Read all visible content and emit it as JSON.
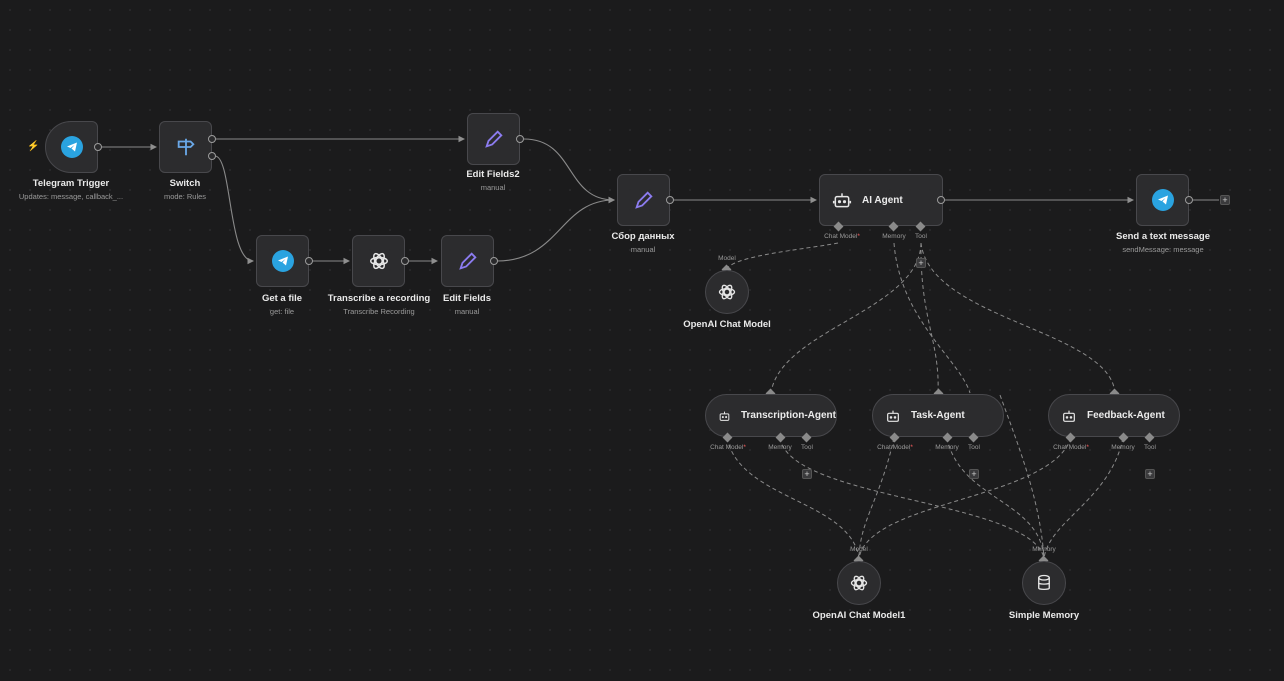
{
  "nodes": {
    "telegram_trigger": {
      "title": "Telegram Trigger",
      "subtitle": "Updates: message, callback_..."
    },
    "switch": {
      "title": "Switch",
      "subtitle": "mode: Rules"
    },
    "edit_fields2": {
      "title": "Edit Fields2",
      "subtitle": "manual"
    },
    "get_file": {
      "title": "Get a file",
      "subtitle": "get: file"
    },
    "transcribe": {
      "title": "Transcribe a recording",
      "subtitle": "Transcribe Recording"
    },
    "edit_fields": {
      "title": "Edit Fields",
      "subtitle": "manual"
    },
    "collect": {
      "title": "Сбор данных",
      "subtitle": "manual"
    },
    "ai_agent": {
      "title": "AI Agent"
    },
    "send_message": {
      "title": "Send a text message",
      "subtitle": "sendMessage: message"
    },
    "openai_chat": {
      "title": "OpenAI Chat Model"
    },
    "transcription_agent": {
      "title": "Transcription-Agent"
    },
    "task_agent": {
      "title": "Task-Agent"
    },
    "feedback_agent": {
      "title": "Feedback-Agent"
    },
    "openai_chat1": {
      "title": "OpenAI Chat Model1"
    },
    "simple_memory": {
      "title": "Simple Memory"
    }
  },
  "ports": {
    "chat_model": "Chat Model",
    "memory": "Memory",
    "tool": "Tool",
    "model": "Model",
    "required_mark": "*"
  },
  "colors": {
    "accent_telegram": "#2aa3e0",
    "accent_pencil": "#8c7cf0",
    "accent_switch": "#6aa8e8",
    "trigger_bolt": "#ff6d5a",
    "required": "#ff5f5f"
  },
  "icons": {
    "telegram": "telegram-icon",
    "switch": "signpost-icon",
    "pencil": "pencil-icon",
    "openai": "openai-icon",
    "robot": "robot-icon",
    "database": "database-icon",
    "bolt": "lightning-icon",
    "plus": "plus-icon"
  },
  "plus_symbol": "+"
}
